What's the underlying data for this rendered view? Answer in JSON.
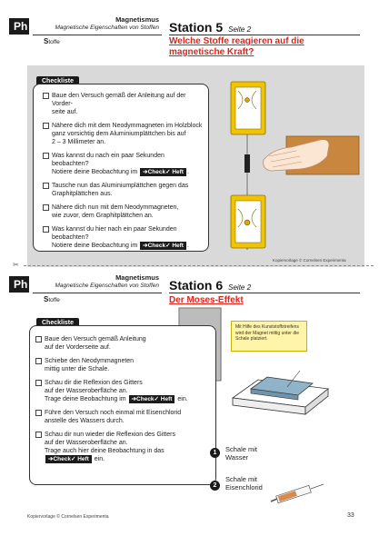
{
  "subject": "Ph",
  "topic_title": "Magnetismus",
  "topic_subtitle": "Magnetische Eigenschaften von Stoffen",
  "station5": {
    "title": "Station 5",
    "page": "Seite 2",
    "stoffe_initial": "S",
    "stoffe_rest": "toffe",
    "headline_1": "Welche Stoffe reagieren auf die",
    "headline_2": "magnetische Kraft?",
    "checklist_label": "Checkliste",
    "items": [
      {
        "lines": [
          "Baue den Versuch gemäß der Anleitung auf der Vorder-",
          "seite auf."
        ]
      },
      {
        "lines": [
          "Nähere dich mit dem Neodymmagneten im Holzblock",
          "ganz vorsichtig dem Aluminiumplättchen bis auf",
          "2 – 3 Millimeter an."
        ]
      },
      {
        "lines": [
          "Was kannst du nach ein paar Sekunden beobachten?",
          "Notiere deine Beobachtung im"
        ],
        "tag_suffix": "."
      },
      {
        "lines": [
          "Tausche nun das Aluminiumplättchen gegen das",
          "Graphitplättchen aus."
        ]
      },
      {
        "lines": [
          "Nähere dich nun mit dem Neodymmagneten,",
          "wie zuvor, dem Graphitplättchen an."
        ]
      },
      {
        "lines": [
          "Was kannst du hier nach ein paar Sekunden",
          "beobachten?",
          "Notiere deine Beobachtung im"
        ],
        "tag_suffix": "."
      }
    ],
    "copyright": "Kopiervorlage © Cornelsen Experimenta"
  },
  "station6": {
    "title": "Station 6",
    "page": "Seite 2",
    "stoffe_initial": "S",
    "stoffe_rest": "toffe",
    "headline": "Der Moses-Effekt",
    "checklist_label": "Checkliste",
    "items": [
      {
        "lines": [
          "Baue den Versuch gemäß Anleitung",
          "auf der Vorderseite auf."
        ]
      },
      {
        "lines": [
          "Schiebe den Neodymmagneten",
          "mittig unter die Schale."
        ]
      },
      {
        "lines": [
          "Schau dir die Reflexion des Gitters",
          "auf der Wasseroberfläche an.",
          "Trage deine Beobachtung im"
        ],
        "tag_suffix": " ein."
      },
      {
        "lines": [
          "Führe den Versuch noch einmal mit Eisenchlorid",
          "anstelle des Wassers durch."
        ]
      },
      {
        "lines": [
          "Schau dir nun wieder die Reflexion des Gitters",
          "auf der Wasseroberfläche an.",
          "Trage auch hier deine Beobachtung in das"
        ],
        "tag_suffix": " ein."
      }
    ],
    "hint": "Mit Hilfe des Kunststoffstreifens wird der Magnet mittig unter die Schale platziert.",
    "legend": [
      {
        "num": "1",
        "text_1": "Schale mit",
        "text_2": "Wasser"
      },
      {
        "num": "2",
        "text_1": "Schale mit",
        "text_2": "Eisenchlorid"
      }
    ]
  },
  "check_tag": "➔Check✓ Heft",
  "footer_left": "Kopiervorlage © Cornelsen Experimenta",
  "page_number": "33",
  "colors": {
    "accent_red": "#e2231a",
    "dark": "#1b1b1b",
    "band_grey": "#d9d9d9",
    "hint_yellow": "#fff4a8"
  }
}
